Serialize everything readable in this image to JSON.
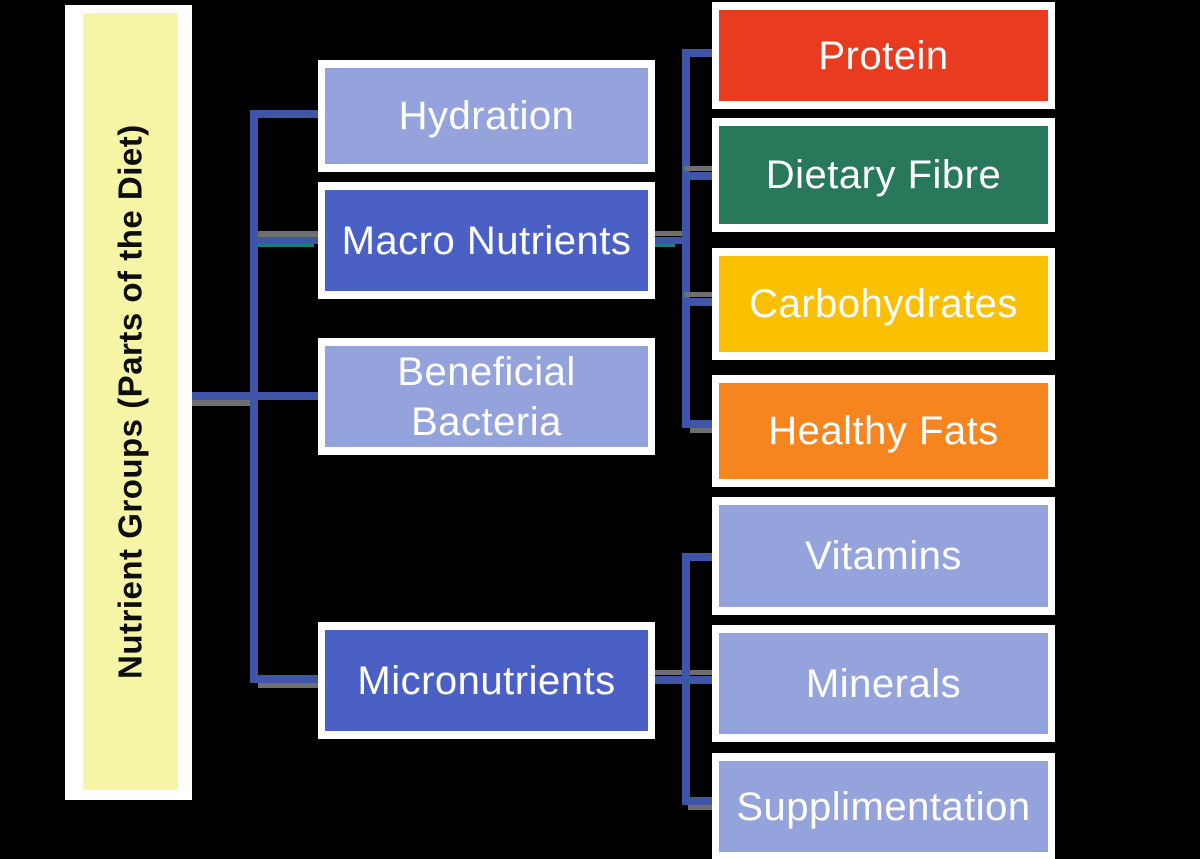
{
  "background": "#000000",
  "root": {
    "label": "Nutrient Groups (Parts of the Diet)",
    "fill": "#F5F5A5",
    "text_color": "#0D0D0D"
  },
  "mid_nodes": [
    {
      "label": "Hydration",
      "fill": "#95A3DC"
    },
    {
      "label": "Macro Nutrients",
      "fill": "#4A60C5"
    },
    {
      "label": "Beneficial Bacteria",
      "fill": "#95A3DC"
    },
    {
      "label": "Micronutrients",
      "fill": "#4A60C5"
    }
  ],
  "macro_children": [
    {
      "label": "Protein",
      "fill": "#E93B1F"
    },
    {
      "label": "Dietary Fibre",
      "fill": "#27795A"
    },
    {
      "label": "Carbohydrates",
      "fill": "#FAC001"
    },
    {
      "label": "Healthy Fats",
      "fill": "#F6841F"
    }
  ],
  "micro_children": [
    {
      "label": "Vitamins",
      "fill": "#95A3DC"
    },
    {
      "label": "Minerals",
      "fill": "#95A3DC"
    },
    {
      "label": "Supplimentation",
      "fill": "#95A3DC"
    }
  ],
  "edges": [
    {
      "from": "Nutrient Groups (Parts of the Diet)",
      "to": "Hydration"
    },
    {
      "from": "Nutrient Groups (Parts of the Diet)",
      "to": "Macro Nutrients"
    },
    {
      "from": "Nutrient Groups (Parts of the Diet)",
      "to": "Beneficial Bacteria"
    },
    {
      "from": "Nutrient Groups (Parts of the Diet)",
      "to": "Micronutrients"
    },
    {
      "from": "Macro Nutrients",
      "to": "Protein"
    },
    {
      "from": "Macro Nutrients",
      "to": "Dietary Fibre"
    },
    {
      "from": "Macro Nutrients",
      "to": "Carbohydrates"
    },
    {
      "from": "Macro Nutrients",
      "to": "Healthy Fats"
    },
    {
      "from": "Micronutrients",
      "to": "Vitamins"
    },
    {
      "from": "Micronutrients",
      "to": "Minerals"
    },
    {
      "from": "Micronutrients",
      "to": "Supplimentation"
    }
  ],
  "colors": {
    "connector_blue": "#3E55A8",
    "connector_shadow_gray": "#6F6F6F",
    "connector_teal_accent": "#177E79",
    "node_frame_white": "#FFFFFF",
    "node_text_white": "#FFFFFF"
  }
}
